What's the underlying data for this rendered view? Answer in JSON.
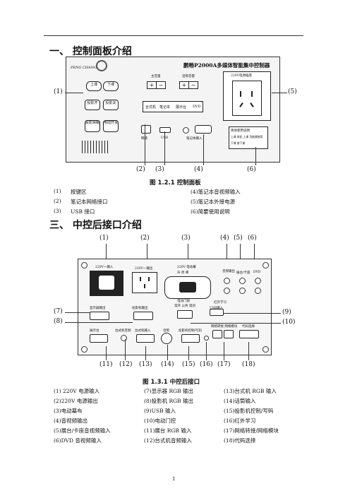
{
  "section1": {
    "title": "一、 控制面板介绍"
  },
  "panel1": {
    "title": "鹏畅P2000A多媒体智能集中控制器",
    "brand": "PENG CHANG",
    "buttons": [
      "上课",
      "下课",
      "投影开",
      "投影关",
      "投影休眠",
      "电动开关"
    ],
    "main_volume": "主音量",
    "mic_volume": "话筒音量",
    "plus": "+",
    "minus": "−",
    "sources": [
      "台式机",
      "笔记本",
      "展示台",
      "DVD"
    ],
    "network": "网络",
    "usb": "USB",
    "laptop_input": "笔记本输入",
    "socket_label": "220V电源插座",
    "manual_title": "简易使用说明",
    "manual_line1": "上课 按此 上课 功能键使用",
    "manual_line2": "下课 按下课"
  },
  "callouts1": {
    "c1": "(1)",
    "c2": "(2)",
    "c3": "(3)",
    "c4": "(4)",
    "c5": "(5)",
    "c6": "(6)"
  },
  "caption1": "图 1.2.1 控制面板",
  "legend1": [
    [
      "(1)",
      "按键区",
      "(4)笔记本音视频输入"
    ],
    [
      "(2)",
      "笔记本网络接口",
      "(5)笔记本外接电源"
    ],
    [
      "(3)",
      "USB 接口",
      "(6)简要使用说明"
    ]
  ],
  "section2": {
    "title": "三、 中控后接口介绍"
  },
  "panel2": {
    "in220": "220V一输入",
    "out220": "220V一输出",
    "screen_ctrl": "220V 电动幕",
    "screen_sub": "升 停 降",
    "display_out": "显示器输出",
    "proj_out": "投影机输出",
    "door": "电动门锁",
    "door_sub": "常开 公共 常闭",
    "ir": "红外学习",
    "usb_in": "USB输入",
    "booth": "展示台",
    "desk_audio": "台式机音频",
    "desk_in": "台式机输入",
    "mic": "话筒",
    "proj_ctrl": "投影机控制/写码",
    "net": "网络转接 网络模块",
    "code": "代码选择",
    "audio_labels": [
      "音频输出",
      "展台/卡座",
      "DVD"
    ]
  },
  "callouts2": {
    "top": [
      "(1)",
      "(2)",
      "(3)",
      "(4)",
      "(5)",
      "(6)"
    ],
    "left": [
      "(7)",
      "(8)"
    ],
    "right": [
      "(9)",
      "(10)"
    ],
    "bottom": [
      "(11)",
      "(12)",
      "(13)",
      "(14)",
      "(15)",
      "(16)",
      "(17)",
      "(18)"
    ]
  },
  "caption2": "图 1.3.1 中控后接口",
  "legend2": [
    [
      "(1) 220V 电源输入",
      "(7)显示器 RGB 输出",
      "(13)台式机 RGB 输入"
    ],
    [
      "(2)220V 电源输出",
      "(8)投影机 RGB 输出",
      "(14)话筒输入"
    ],
    [
      "(3)电动幕布",
      "(9)USB 输入",
      "(15)投影机控制/写码"
    ],
    [
      "(4)音视频输出",
      "(10)电动门控",
      "(16)红外学习"
    ],
    [
      "(5)展台/卡座音视频输入",
      "(11)展台 RGB 输入",
      "(17)网络转接/网络模块"
    ],
    [
      "(6)DVD 音视频输入",
      "(12)台式机音频输入",
      "(18)代码选择"
    ]
  ],
  "page_number": "1"
}
